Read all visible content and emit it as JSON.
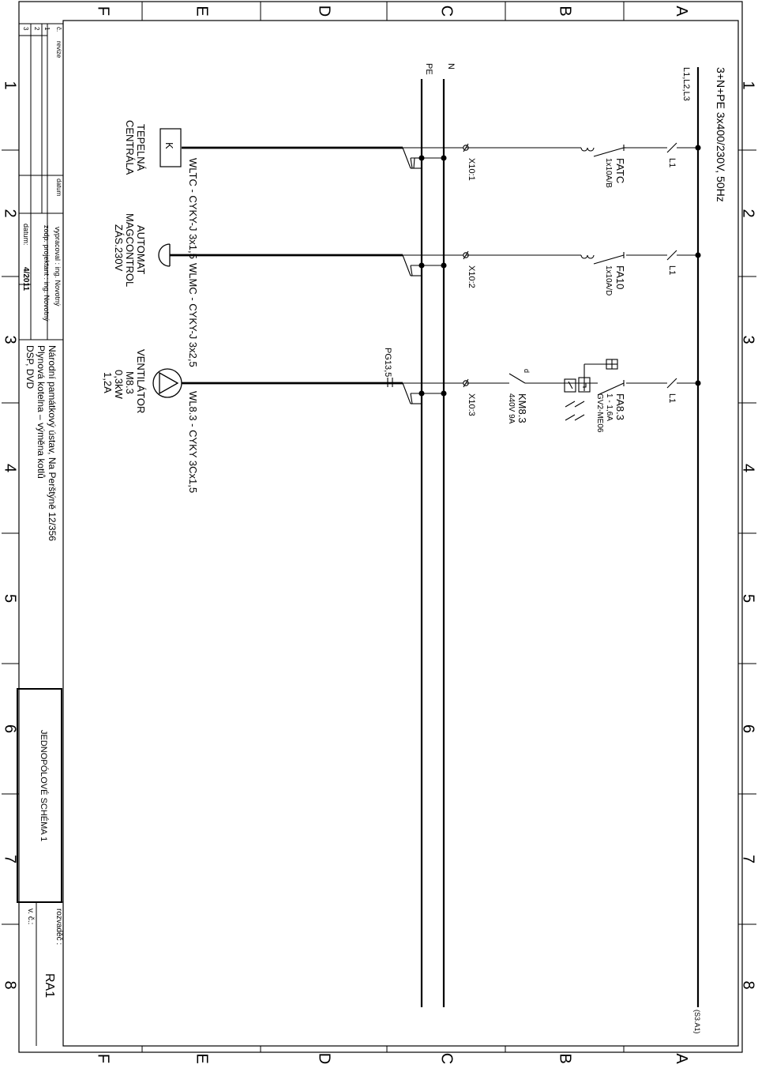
{
  "frame": {
    "rows": [
      "A",
      "B",
      "C",
      "D",
      "E",
      "F"
    ],
    "cols": [
      "1",
      "2",
      "3",
      "4",
      "5",
      "6",
      "7",
      "8"
    ]
  },
  "supply": {
    "label": "3+N+PE 3x400/230V, 50Hz",
    "phases": "L1,L2,L3",
    "neutral": "N",
    "protective": "PE",
    "continuation": "(S3.A1)"
  },
  "circuits": [
    {
      "phase": "L1",
      "breaker": "FATC",
      "breaker_rating": "1x10A/B",
      "terminal": "X10:1",
      "cable": "WLTC - CYKY-J 3x1,5",
      "device_symbol": "K",
      "load": [
        "TEPELNÁ",
        "CENTRÁLA"
      ]
    },
    {
      "phase": "L1",
      "breaker": "FA10",
      "breaker_rating": "1x10A/D",
      "terminal": "X10:2",
      "cable": "WLMC - CYKY-J 3x2,5",
      "load": [
        "AUTOMAT",
        "MAGCONTROL",
        "ZÁS.230V"
      ]
    },
    {
      "phase": "L1",
      "breaker": "FA8.3",
      "breaker_rating": "1 - 1,6A",
      "breaker_type": "GV2-ME06",
      "contactor": "KM8.3",
      "contactor_rating": "440V 9A",
      "contact_mark": "d",
      "terminal": "X10:3",
      "gland": "PG13,5",
      "cable": "WL8.3 - CYKY 3Cx1,5",
      "load": [
        "VENTILÁTOR",
        "M8.3",
        "0,3kW",
        "1,2A"
      ]
    }
  ],
  "title_block": {
    "rev_headers": [
      "č.",
      "revize",
      "datum"
    ],
    "rev_rows": [
      "1",
      "2",
      "3"
    ],
    "drawn_by": "vypracoval : ing. Novotný",
    "responsible": "zodp. projektant : ing. Novotný",
    "date_label": "datum:",
    "date_value": "4/2011",
    "project": [
      "Národní památkový ústav, Na Perštýně 12/356",
      "Plynová kotelna – výměna kotlů",
      "DSP, DVD"
    ],
    "drawing_title": "JEDNOPÓLOVÉ SCHÉMA 1",
    "switchboard_label": "rozvaděč :",
    "switchboard_value": "RA1",
    "sheet_label": "v. č.:"
  }
}
